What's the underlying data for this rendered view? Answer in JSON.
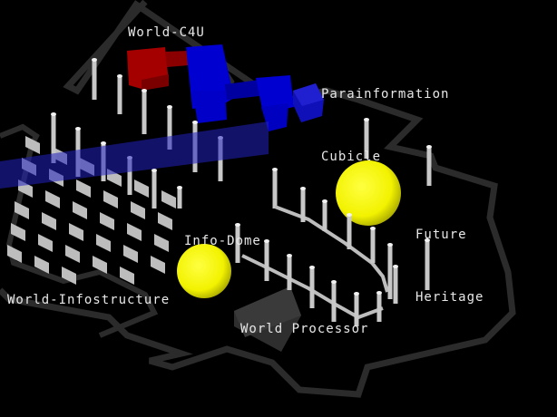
{
  "labels": {
    "world_c4u": "World-C4U",
    "parainformation_line1": "Parainformation",
    "parainformation_line2": "Cubicle",
    "future_line1": "Future",
    "future_line2": "Heritage",
    "info_dome": "Info-Dome",
    "world_infostructure": "World-Infostructure",
    "world_processor": "World Processor"
  },
  "colors": {
    "background": "#000000",
    "wall": "#2b2b2b",
    "red_block": "#a00000",
    "blue_block": "#0a0ad0",
    "sphere": "#ffff00",
    "pillar": "#c8c8c8",
    "label": "#e8e8e8"
  }
}
